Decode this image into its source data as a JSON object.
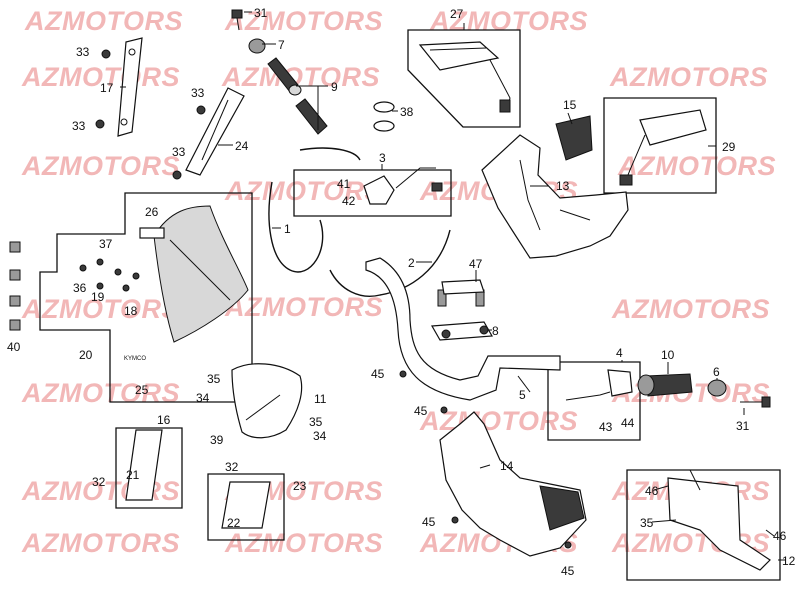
{
  "watermark": "AZMOTORS",
  "emblem_text": "KYMCO",
  "colors": {
    "watermark": "#f2b7b7",
    "line": "#111111"
  },
  "callouts": {
    "n1": "1",
    "n2": "2",
    "n3": "3",
    "n4": "4",
    "n5": "5",
    "n6": "6",
    "n7": "7",
    "n8": "8",
    "n9": "9",
    "n10": "10",
    "n11": "11",
    "n12": "12",
    "n13": "13",
    "n14": "14",
    "n15": "15",
    "n16": "16",
    "n17": "17",
    "n18": "18",
    "n19": "19",
    "n20": "20",
    "n21": "21",
    "n22": "22",
    "n23": "23",
    "n24": "24",
    "n25": "25",
    "n26": "26",
    "n27": "27",
    "n29": "29",
    "n31": "31",
    "n32": "32",
    "n33": "33",
    "n34": "34",
    "n35": "35",
    "n36": "36",
    "n37": "37",
    "n38": "38",
    "n39": "39",
    "n40": "40",
    "n41": "41",
    "n42": "42",
    "n43": "43",
    "n44": "44",
    "n45": "45",
    "n46": "46",
    "n47": "47"
  }
}
